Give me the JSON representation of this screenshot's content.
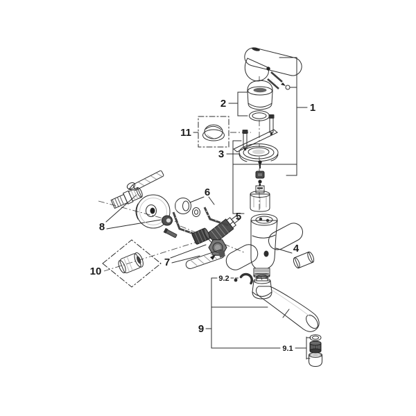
{
  "page": {
    "background": "#ffffff"
  },
  "diagram": {
    "kind": "exploded-parts-diagram",
    "subject": "single-lever wall-mounted mixer tap with swivel spout",
    "line_color": "#2b2b2b",
    "label_color": "#1a1a1a"
  },
  "callouts": {
    "n1": "1",
    "n2": "2",
    "n3": "3",
    "n4": "4",
    "n5": "5",
    "n6": "6",
    "n7": "7",
    "n8": "8",
    "n9": "9",
    "n9_1": "9.1",
    "n9_2": "9.2",
    "n10": "10",
    "n11": "11"
  },
  "parts": [
    {
      "callout": "1",
      "name": "lever-handle-with-fixing-screw-and-key"
    },
    {
      "callout": "2",
      "name": "dome-cap-with-o-ring"
    },
    {
      "callout": "3",
      "name": "escutcheon-flange-with-mounting-screws"
    },
    {
      "callout": "4",
      "name": "plug"
    },
    {
      "callout": "5",
      "name": "cartridge"
    },
    {
      "callout": "6",
      "name": "ball-coupling-set"
    },
    {
      "callout": "7",
      "name": "union-nut-set"
    },
    {
      "callout": "8",
      "name": "s-union-with-wall-rosette"
    },
    {
      "callout": "9",
      "name": "swivel-spout"
    },
    {
      "callout": "9.1",
      "name": "aerator-set"
    },
    {
      "callout": "9.2",
      "name": "retaining-clip"
    },
    {
      "callout": "10",
      "name": "non-return-valve"
    },
    {
      "callout": "11",
      "name": "cover-cap"
    }
  ]
}
